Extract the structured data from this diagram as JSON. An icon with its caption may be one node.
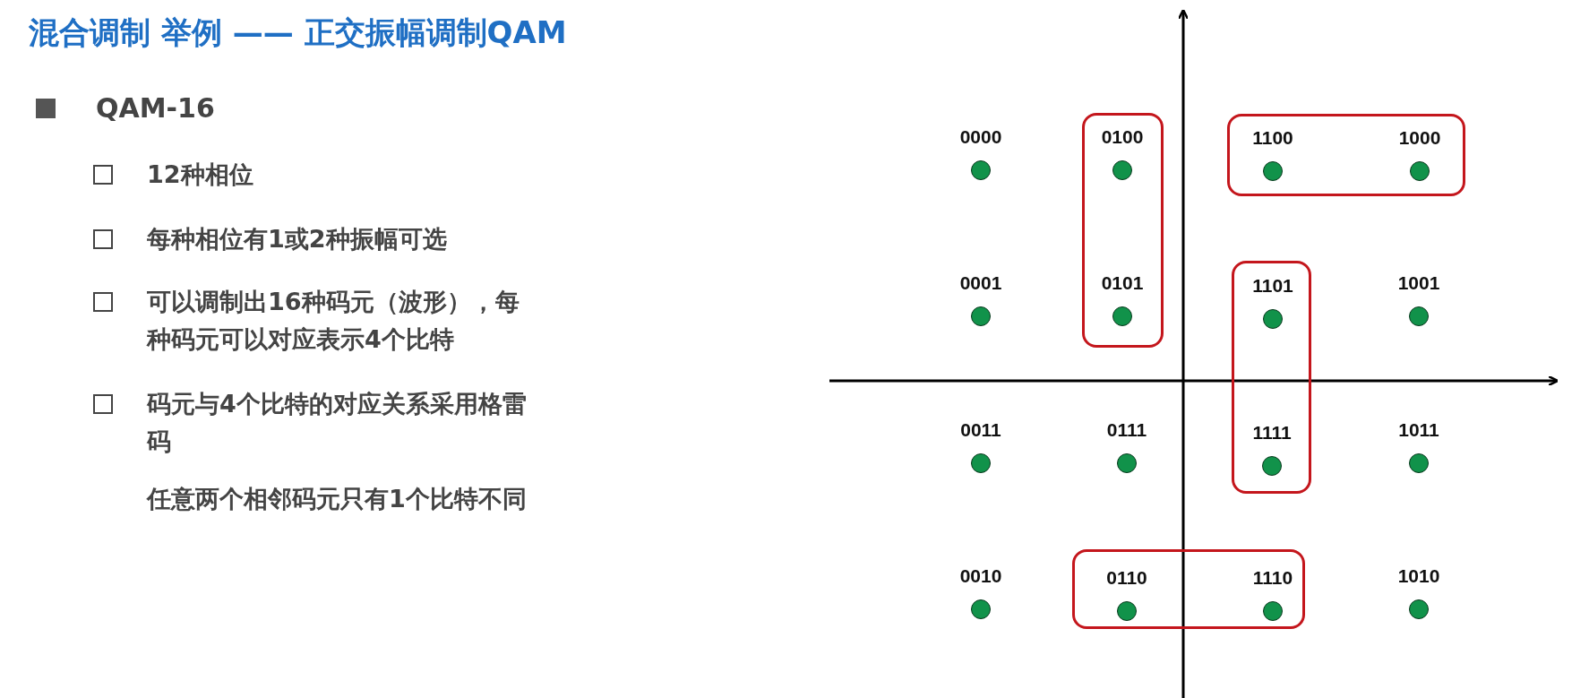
{
  "diagram": {
    "title": "混合调制 举例 —— 正交振幅调制QAM",
    "nodes": [
      {
        "text": [],
        "shape": "box"
      },
      {
        "text": [],
        "shape": "box"
      },
      {
        "text": [],
        "shape": "box"
      },
      {
        "text": [],
        "shape": "box"
      },
      {
        "text": [
          "0000"
        ]
      },
      {
        "text": [
          "0100"
        ],
        "in": 0
      },
      {
        "text": [
          "1100"
        ],
        "in": 1
      },
      {
        "text": [
          "1000"
        ],
        "in": 1
      },
      {
        "text": [
          "0001"
        ]
      },
      {
        "text": [
          "0101"
        ],
        "in": 0
      },
      {
        "text": [
          "1101"
        ],
        "in": 2
      },
      {
        "text": [
          "1001"
        ]
      },
      {
        "text": [
          "0011"
        ]
      },
      {
        "text": [
          "0111"
        ]
      },
      {
        "text": [
          "1111"
        ],
        "in": 2
      },
      {
        "text": [
          "1011"
        ]
      },
      {
        "text": [
          "0010"
        ]
      },
      {
        "text": [
          "0110"
        ],
        "in": 3
      },
      {
        "text": [
          "1110"
        ],
        "in": 3
      },
      {
        "text": [
          "1010"
        ]
      }
    ],
    "edges": [],
    "labels": [
      "QAM-16",
      "12种相位",
      "每种相位有1或2种振幅可选",
      "可以调制出16种码元（波形），每种码元可以对应表示4个比特",
      "码元与4个比特的对应关系采用格雷码",
      "任意两个相邻码元只有1个比特不同"
    ]
  }
}
